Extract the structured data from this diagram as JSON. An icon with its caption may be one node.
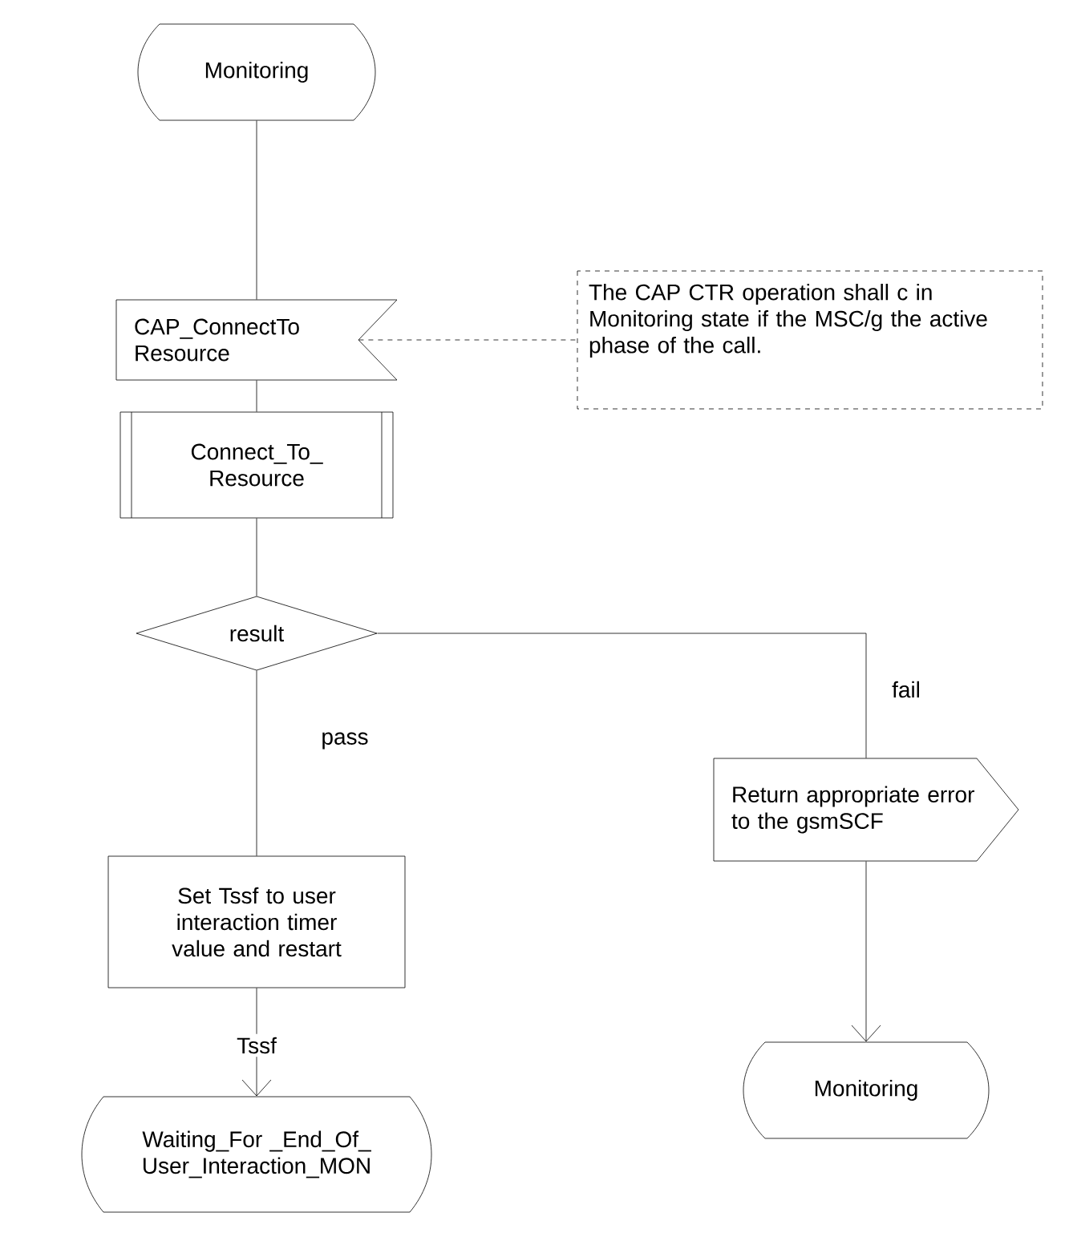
{
  "diagram": {
    "nodes": [
      {
        "text": [
          "Monitoring"
        ]
      },
      {
        "text": [
          "CAP_ConnectTo Resource"
        ]
      },
      {
        "text": [
          "The CAP CTR operation shall c in Monitoring state if the MSC/g the active phase of the call."
        ]
      },
      {
        "text": [
          "Connect_To_ Resource"
        ]
      },
      {
        "text": [
          "result"
        ]
      },
      {
        "text": [
          "Set Tssf to user interaction timer value and restart"
        ]
      },
      {
        "text": [
          "Return appropriate error to the gsmSCF"
        ]
      },
      {
        "text": [
          "Waiting_For _End_Of_ User_Interaction_MON"
        ]
      },
      {
        "text": [
          "Monitoring"
        ]
      }
    ],
    "edges": [
      {
        "from": 0,
        "to": 1,
        "arrow": "none"
      },
      {
        "from": 1,
        "to": 2,
        "arrow": "none",
        "style": "dashed"
      },
      {
        "from": 1,
        "to": 3,
        "arrow": "none"
      },
      {
        "from": 3,
        "to": 4,
        "arrow": "none"
      },
      {
        "from": 4,
        "to": 5,
        "arrow": "none",
        "label": "pass"
      },
      {
        "from": 4,
        "to": 6,
        "arrow": "none",
        "label": "fail"
      },
      {
        "from": 5,
        "to": 7,
        "arrow": "to",
        "label": "Tssf"
      },
      {
        "from": 6,
        "to": 8,
        "arrow": "to"
      }
    ]
  }
}
